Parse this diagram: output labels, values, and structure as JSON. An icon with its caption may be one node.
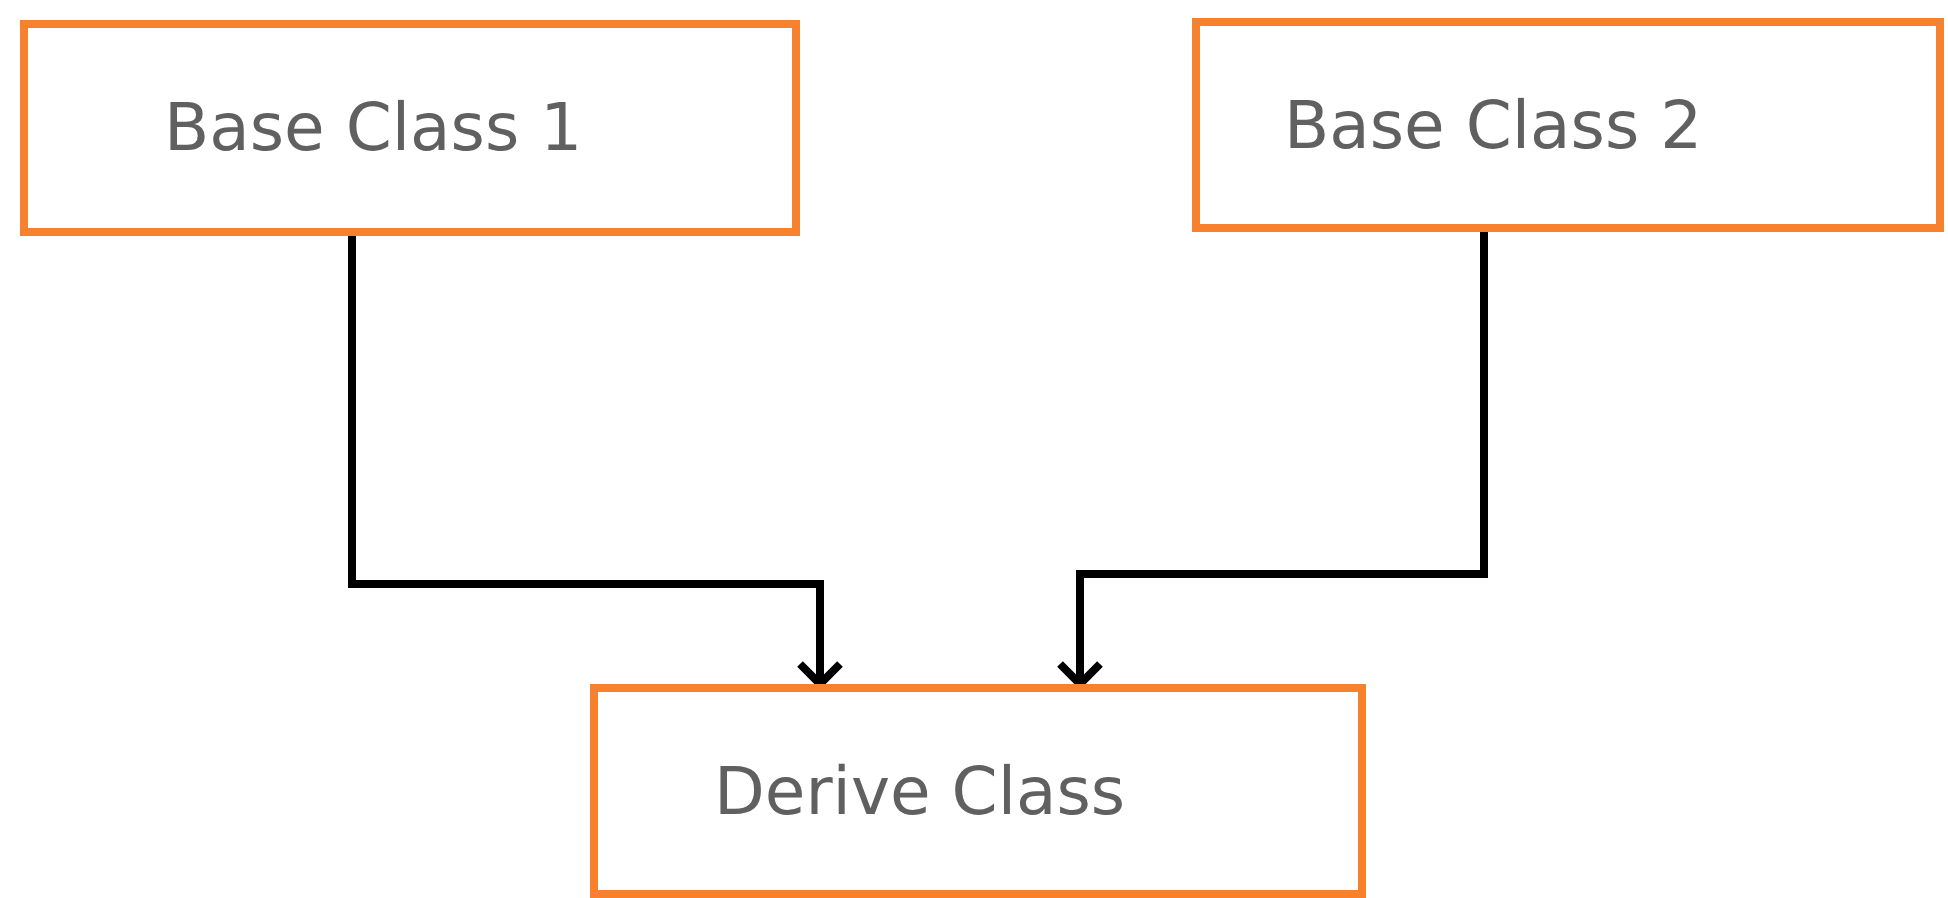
{
  "diagram": {
    "nodes": [
      {
        "text": [
          "Base Class 1"
        ]
      },
      {
        "text": [
          "Base Class 2"
        ]
      },
      {
        "text": [
          "Derive Class"
        ]
      }
    ],
    "edges": [
      {
        "from": 0,
        "to": 2,
        "arrow": "to"
      },
      {
        "from": 1,
        "to": 2,
        "arrow": "to"
      }
    ]
  }
}
